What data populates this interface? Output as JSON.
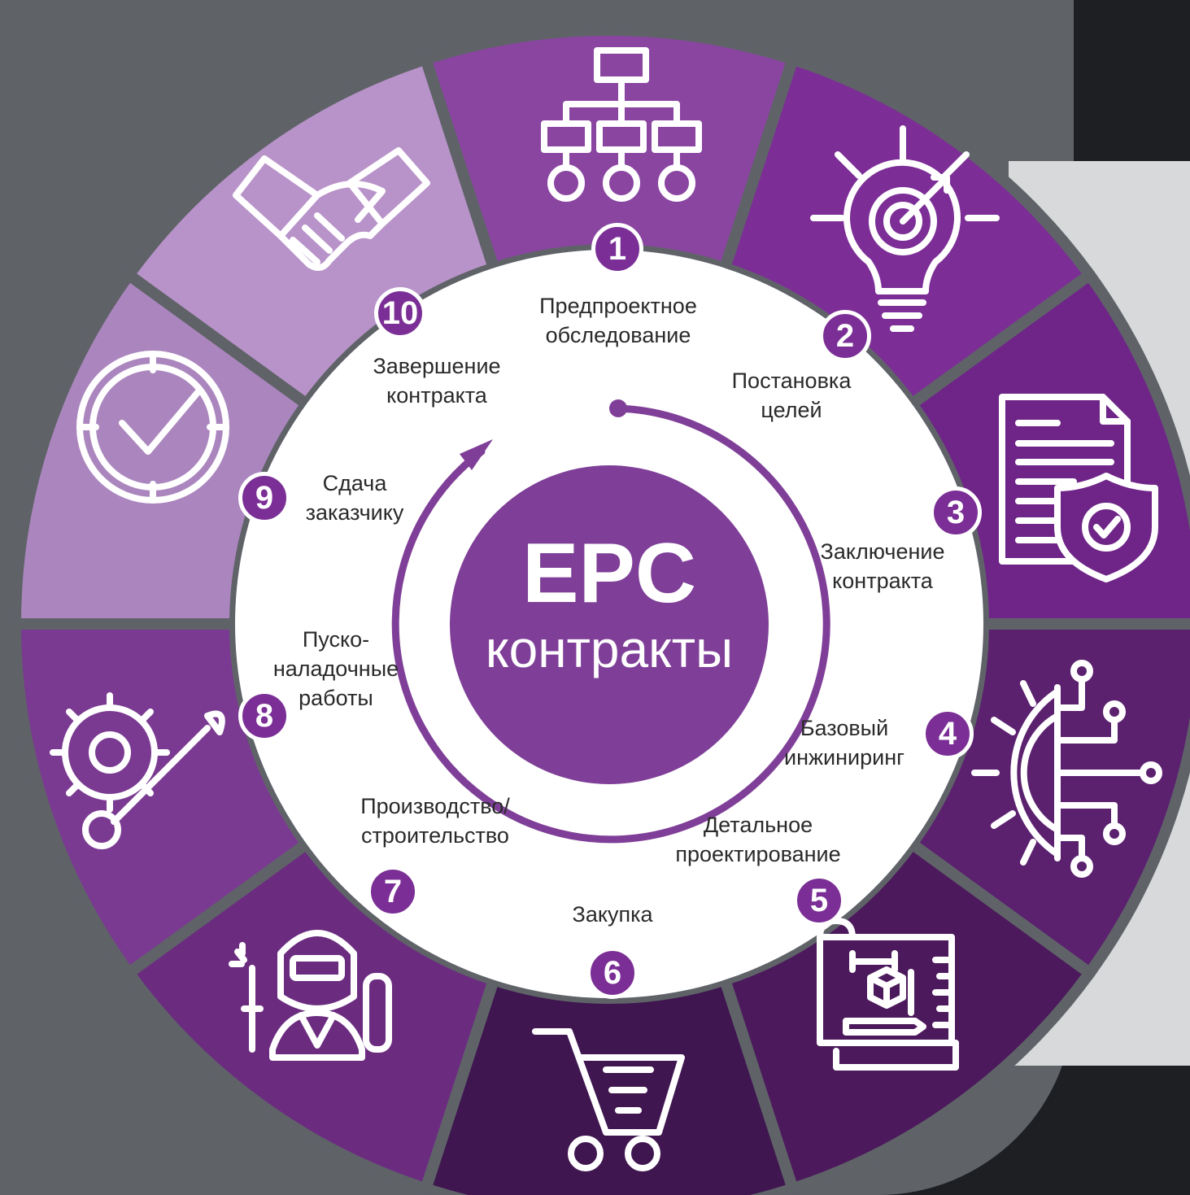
{
  "center": {
    "title": "EPC",
    "subtitle": "контракты"
  },
  "colors": {
    "background_dark": "#1d1f22",
    "background_gray": "#5f6368",
    "background_light": "#d8d9db",
    "center_purple": "#7f3f98",
    "badge_purple": "#7b2f96",
    "segment_colors": [
      "#8a45a1",
      "#7c2e96",
      "#6e2587",
      "#5b216f",
      "#4c1a5c",
      "#3f1650",
      "#6b2c80",
      "#7a3a91",
      "#ab86be",
      "#b893c9"
    ]
  },
  "stages": [
    {
      "number": "1",
      "label": "Предпроектное\nобследование",
      "icon": "org-chart-icon"
    },
    {
      "number": "2",
      "label": "Постановка\nцелей",
      "icon": "target-bulb-icon"
    },
    {
      "number": "3",
      "label": "Заключение\nконтракта",
      "icon": "contract-shield-icon"
    },
    {
      "number": "4",
      "label": "Базовый\nинжиниринг",
      "icon": "gear-circuit-icon"
    },
    {
      "number": "5",
      "label": "Детальное\nпроектирование",
      "icon": "blueprint-icon"
    },
    {
      "number": "6",
      "label": "Закупка",
      "icon": "shopping-cart-icon"
    },
    {
      "number": "7",
      "label": "Производство/\nстроительство",
      "icon": "welder-icon"
    },
    {
      "number": "8",
      "label": "Пуско-\nналадочные\nработы",
      "icon": "gear-wrench-icon"
    },
    {
      "number": "9",
      "label": "Сдача\nзаказчику",
      "icon": "clock-check-icon"
    },
    {
      "number": "10",
      "label": "Завершение\nконтракта",
      "icon": "handshake-icon"
    }
  ]
}
